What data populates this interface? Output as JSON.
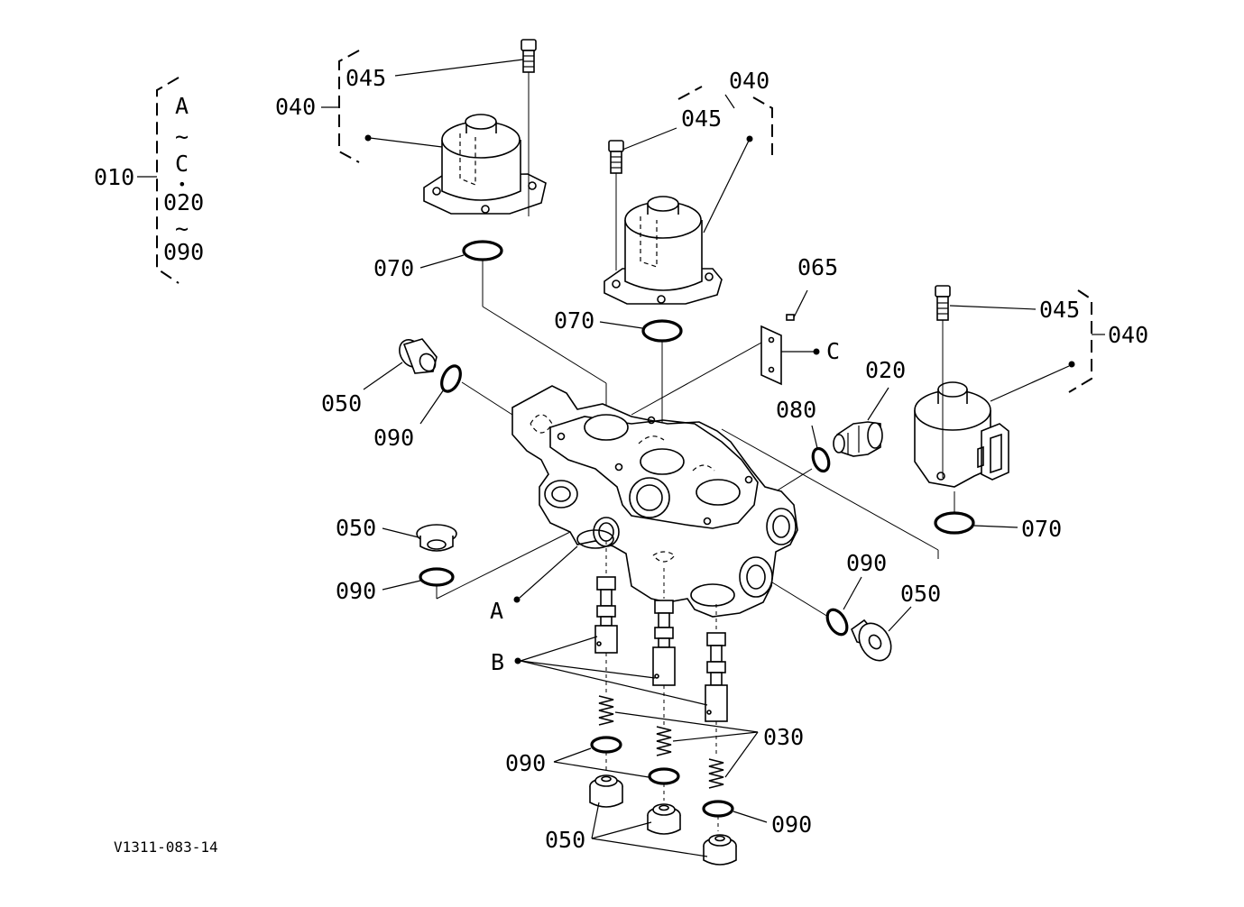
{
  "diagram": {
    "figure_code": "V1311-083-14",
    "assembly": {
      "id": "010",
      "range_text": [
        "A",
        "~",
        "C",
        "•",
        "020",
        "~",
        "090"
      ]
    },
    "callouts": {
      "c040_left": "040",
      "c045_left": "045",
      "c040_mid": "040",
      "c045_mid": "045",
      "c045_right": "045",
      "c040_right": "040",
      "c070_left": "070",
      "c070_mid": "070",
      "c070_right": "070",
      "c065": "065",
      "cC": "C",
      "c020": "020",
      "c080": "080",
      "c050_tl": "050",
      "c090_tl": "090",
      "c050_ml": "050",
      "c090_ml": "090",
      "cA": "A",
      "cB": "B",
      "c090_r": "090",
      "c050_r": "050",
      "c030": "030",
      "c090_bl": "090",
      "c090_br": "090",
      "c050_b": "050"
    }
  }
}
